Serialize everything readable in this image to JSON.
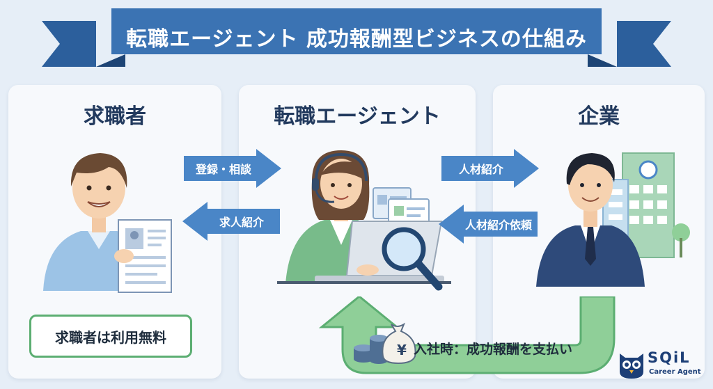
{
  "banner": {
    "title": "転職エージェント 成功報酬型ビジネスの仕組み"
  },
  "panels": {
    "job_seeker": {
      "title": "求職者"
    },
    "agent": {
      "title": "転職エージェント"
    },
    "company": {
      "title": "企業"
    }
  },
  "arrows": {
    "register": "登録・相談",
    "job_intro": "求人紹介",
    "talent_intro": "人材紹介",
    "talent_request": "人材紹介依頼"
  },
  "notes": {
    "free_for_seekers": "求職者は利用無料",
    "success_fee": "入社時：成功報酬を支払い",
    "money_symbol": "¥"
  },
  "logo": {
    "name": "SQiL",
    "sub": "Career Agent"
  },
  "colors": {
    "banner": "#3b73b3",
    "arrow_blue": "#4a86c7",
    "fee_arrow_green": "#8fcf98",
    "accent_green": "#5cae72"
  }
}
